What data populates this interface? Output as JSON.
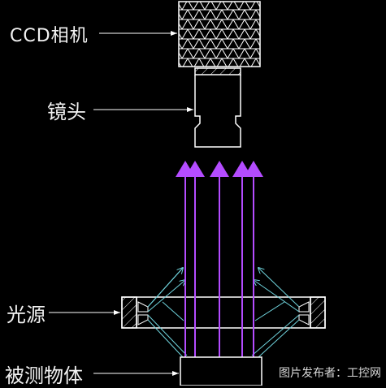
{
  "labels": {
    "ccd_camera": "CCD相机",
    "lens": "镜头",
    "light_source": "光源",
    "object_under_test": "被测物体"
  },
  "watermark": "图片发布者：工控网",
  "colors": {
    "background": "#000000",
    "lines": "#ffffff",
    "camera_rays": "#b44cff",
    "illumination_rays": "#6fd3dc",
    "light_hatch": "#ffffff"
  }
}
